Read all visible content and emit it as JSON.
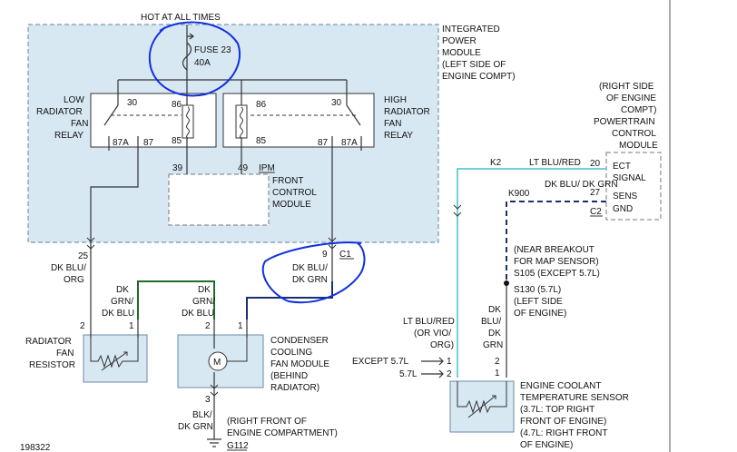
{
  "diagram": {
    "hot_label": "HOT AT ALL TIMES",
    "fuse": {
      "name": "FUSE 23",
      "rating": "40A"
    },
    "ipm": {
      "title_lines": [
        "INTEGRATED",
        "POWER",
        "MODULE",
        "(LEFT SIDE OF",
        "ENGINE COMPT)"
      ],
      "tag": "IPM"
    },
    "low_relay": {
      "label_lines": [
        "LOW",
        "RADIATOR",
        "FAN",
        "RELAY"
      ],
      "pins": {
        "p30": "30",
        "p86": "86",
        "p85": "85",
        "p87a": "87A",
        "p87": "87"
      }
    },
    "high_relay": {
      "label_lines": [
        "HIGH",
        "RADIATOR",
        "FAN",
        "RELAY"
      ],
      "pins": {
        "p86": "86",
        "p30": "30",
        "p85": "85",
        "p87": "87",
        "p87a": "87A"
      }
    },
    "front_control_module": {
      "label_lines": [
        "FRONT",
        "CONTROL",
        "MODULE"
      ],
      "pin39": "39",
      "pin49": "49"
    },
    "pcm": {
      "label_lines": [
        "(RIGHT SIDE",
        "OF ENGINE",
        "COMPT)",
        "POWERTRAIN",
        "CONTROL",
        "MODULE"
      ],
      "pin20": "20",
      "pin27": "27",
      "ect_lines": [
        "ECT",
        "SIGNAL"
      ],
      "sens_lines": [
        "SENS",
        "GND"
      ],
      "connector": "C2"
    },
    "wires": {
      "k2": "K2",
      "k2_color": "LT BLU/RED",
      "k900": "K900",
      "k900_color": "DK BLU/ DK GRN",
      "pin25": "25",
      "pin25_color": [
        "DK BLU/",
        "ORG"
      ],
      "pin9": "9",
      "c1": "C1",
      "pin9_color": [
        "DK BLU/",
        "DK GRN"
      ],
      "rad_wire_color": [
        "DK",
        "GRN/",
        "DK BLU"
      ],
      "cond_wire_color": [
        "DK",
        "GRN/",
        "DK BLU"
      ],
      "ect_left_color": [
        "LT BLU/RED",
        "(OR VIO/",
        "ORG)"
      ],
      "ect_right_color": [
        "DK",
        "BLU/",
        "DK",
        "GRN"
      ],
      "ground_color": [
        "BLK/",
        "DK GRN"
      ]
    },
    "splices": {
      "s105": [
        "(NEAR BREAKOUT",
        "FOR MAP SENSOR)",
        "S105 (EXCEPT 5.7L)"
      ],
      "s130": [
        "S130 (5.7L)",
        "(LEFT SIDE",
        "OF ENGINE)"
      ]
    },
    "rad_fan_resistor": {
      "label_lines": [
        "RADIATOR",
        "FAN",
        "RESISTOR"
      ],
      "pin2": "2",
      "pin1": "1"
    },
    "condenser": {
      "label_lines": [
        "CONDENSER",
        "COOLING",
        "FAN MODULE",
        "(BEHIND",
        "RADIATOR)"
      ],
      "pin2": "2",
      "pin1": "1",
      "pin3": "3",
      "motor": "M"
    },
    "ground": {
      "location_lines": [
        "(RIGHT FRONT OF",
        "ENGINE COMPARTMENT)"
      ],
      "name": "G112"
    },
    "ect_sensor": {
      "label_lines": [
        "ENGINE COOLANT",
        "TEMPERATURE SENSOR",
        "(3.7L: TOP RIGHT",
        "FRONT OF ENGINE)",
        "(4.7L: RIGHT FRONT",
        "OF ENGINE)"
      ],
      "pin2": "2",
      "pin1": "1",
      "except_label": "EXCEPT 5.7L",
      "except_pin": "1",
      "v57_label": "5.7L",
      "v57_pin": "2"
    },
    "figure_id": "198322"
  },
  "colors": {
    "box_fill": "#d8e8f3",
    "cyan_wire": "#6fd0d8",
    "green_wire": "#1f6b2a",
    "navy_wire": "#1a2f6e",
    "annotation": "#1030e0"
  }
}
